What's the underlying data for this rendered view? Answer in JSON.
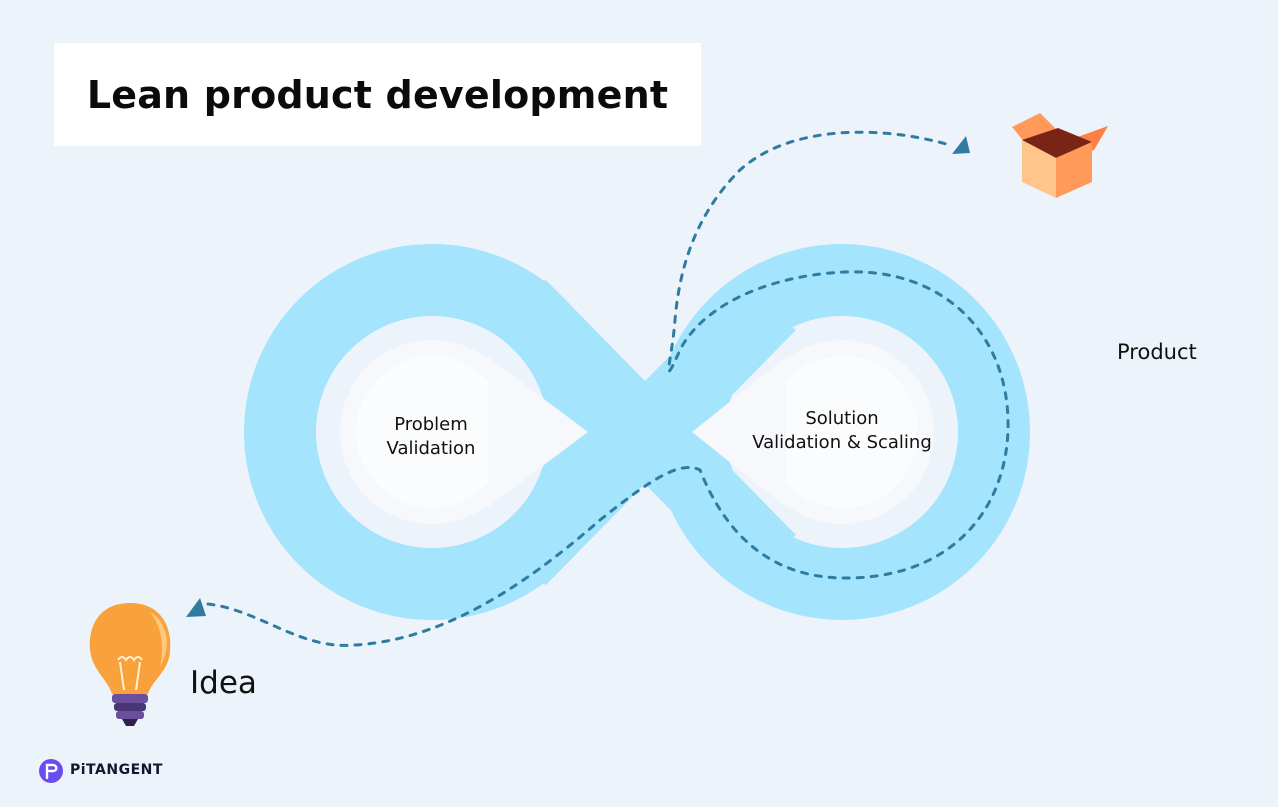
{
  "title": "Lean product development",
  "loop": {
    "left_label": "Problem\nValidation",
    "right_label": "Solution\nValidation & Scaling"
  },
  "endpoints": {
    "start_label": "Idea",
    "end_label": "Product"
  },
  "icons": {
    "start": "lightbulb-icon",
    "end": "open-box-icon"
  },
  "colors": {
    "background": "#edf3fa",
    "loop": "#a4e4fc",
    "path": "#2f7ca0",
    "bulb": "#f9a23b",
    "box": "#ff9a5a"
  },
  "brand": {
    "name": "PiTANGENT"
  }
}
